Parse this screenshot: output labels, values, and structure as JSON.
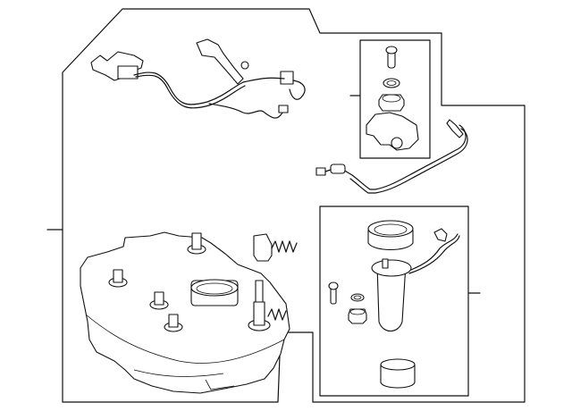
{
  "diagram": {
    "type": "parts-exploded-view",
    "colors": {
      "line": "#111111",
      "background": "#ffffff"
    },
    "parts": [
      {
        "name": "wiring-harness"
      },
      {
        "name": "fuel-pump-bracket-kit"
      },
      {
        "name": "fuel-sender-wire"
      },
      {
        "name": "fuel-tank"
      },
      {
        "name": "tank-vent-valve"
      },
      {
        "name": "fuel-pump-module-kit"
      }
    ]
  }
}
